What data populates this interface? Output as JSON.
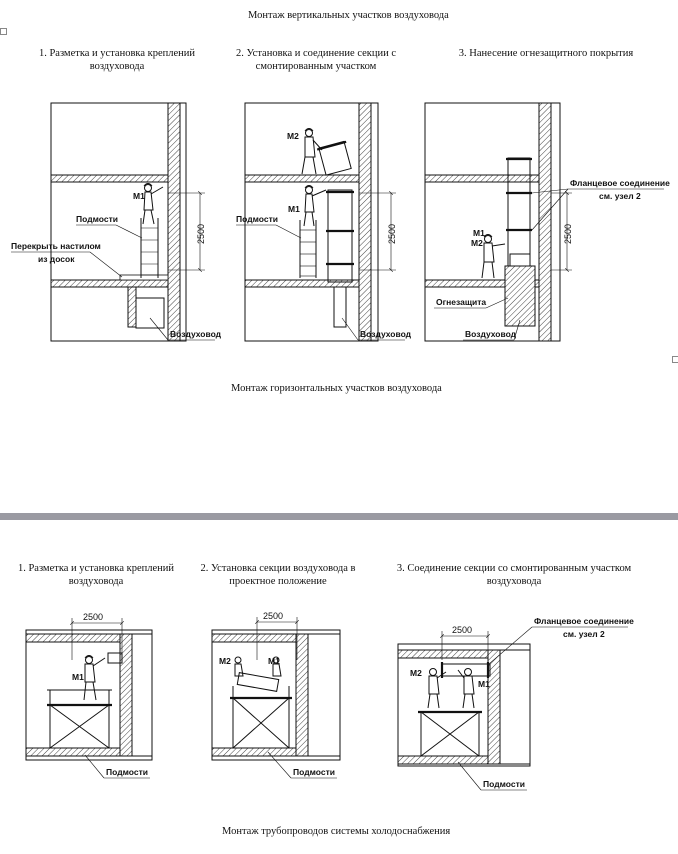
{
  "headings": {
    "vertical": "Монтаж вертикальных участков воздуховода",
    "horizontal": "Монтаж горизонтальных участков воздуховода",
    "pipes": "Монтаж трубопроводов системы холодоснабжения"
  },
  "vertical_steps": [
    "1. Разметка и установка креплений воздуховода",
    "2. Установка и соединение секции с смонтированным участком",
    "3. Нанесение огнезащитного покрытия"
  ],
  "horizontal_steps": [
    "1. Разметка и установка креплений воздуховода",
    "2. Установка секции воздуховода в проектное положение",
    "3. Соединение секции со смонтированным участком воздуховода"
  ],
  "labels": {
    "scaffold": "Подмости",
    "floor_cover": "Перекрыть настилом",
    "floor_cover_2": "из досок",
    "duct": "Воздуховод",
    "flange": "Фланцевое соединение",
    "flange_ref": "см. узел 2",
    "fire_protection": "Огнезащита",
    "worker_1": "М1",
    "worker_2": "М2",
    "height_dim": "2500",
    "length_dim": "2500"
  }
}
